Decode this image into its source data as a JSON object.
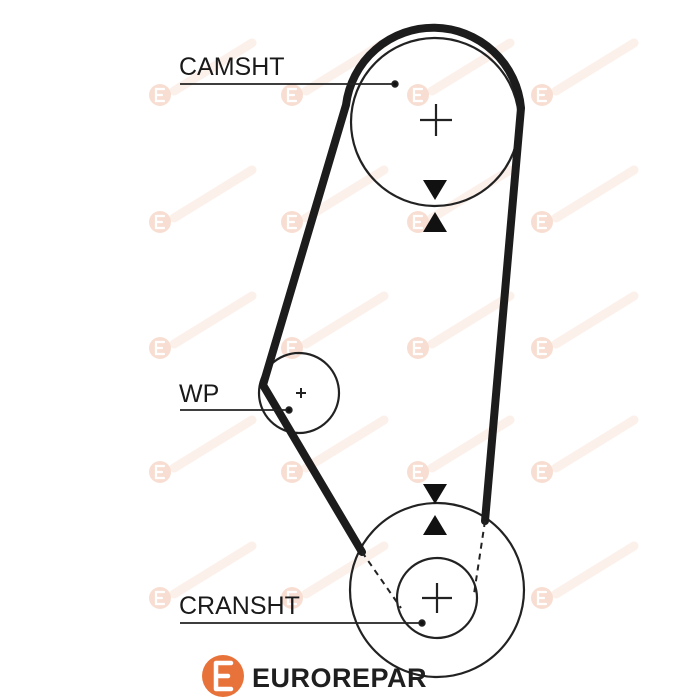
{
  "labels": {
    "camshaft": "CAMSHT",
    "water_pump": "WP",
    "crankshaft": "CRANSHT"
  },
  "brand": {
    "name": "EUROREPAR",
    "logo_icon": "eurorepar-e-icon",
    "color": "#e8733a",
    "watermark_color": "#f3c4ad"
  },
  "colors": {
    "belt": "#1c1c1c",
    "line": "#222222"
  }
}
